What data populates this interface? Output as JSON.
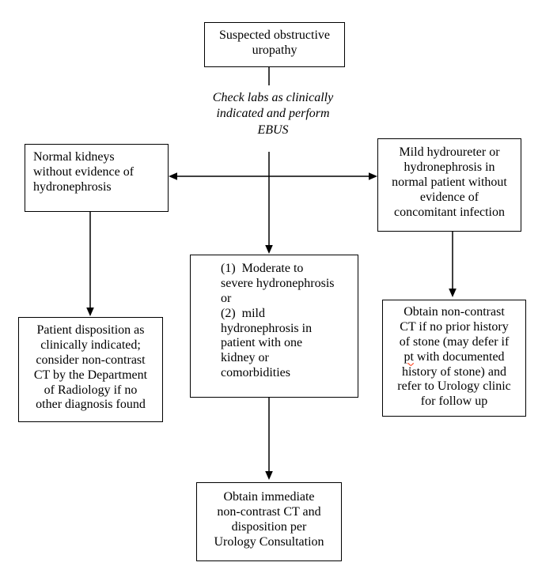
{
  "page_background": "#ffffff",
  "colors": {
    "box_border": "#000000",
    "text": "#000000",
    "arrow": "#000000",
    "spellcheck_underline": "#ff2a00"
  },
  "nodes": {
    "suspected": {
      "text": "Suspected obstructive\nuropathy"
    },
    "check_labs_note": {
      "text": "Check labs as clinically\nindicated and perform\nEBUS"
    },
    "normal_kidneys": {
      "text": "Normal kidneys\nwithout evidence of\nhydronephrosis"
    },
    "mild_hydroureter": {
      "text": "Mild hydroureter or\nhydronephrosis in\nnormal patient without\nevidence of\nconcomitant infection"
    },
    "hydronephrosis_criteria": {
      "text": "(1)  Moderate to\nsevere hydronephrosis\nor\n(2)  mild\nhydronephrosis in\npatient with one\nkidney or\ncomorbidities"
    },
    "patient_disposition": {
      "text": "Patient disposition as\nclinically indicated;\nconsider non-contrast\nCT by the Department\nof Radiology if no\nother diagnosis found"
    },
    "obtain_noncontrast_ct": {
      "text_before": "Obtain non-contrast\nCT if no prior history\nof stone (may defer if\n",
      "misspelled_word": "pt",
      "text_after": " with documented\nhistory of stone) and\nrefer to Urology clinic\nfor follow up"
    },
    "obtain_immediate_ct": {
      "text": "Obtain immediate\nnon-contrast CT and\ndisposition per\nUrology Consultation"
    }
  }
}
